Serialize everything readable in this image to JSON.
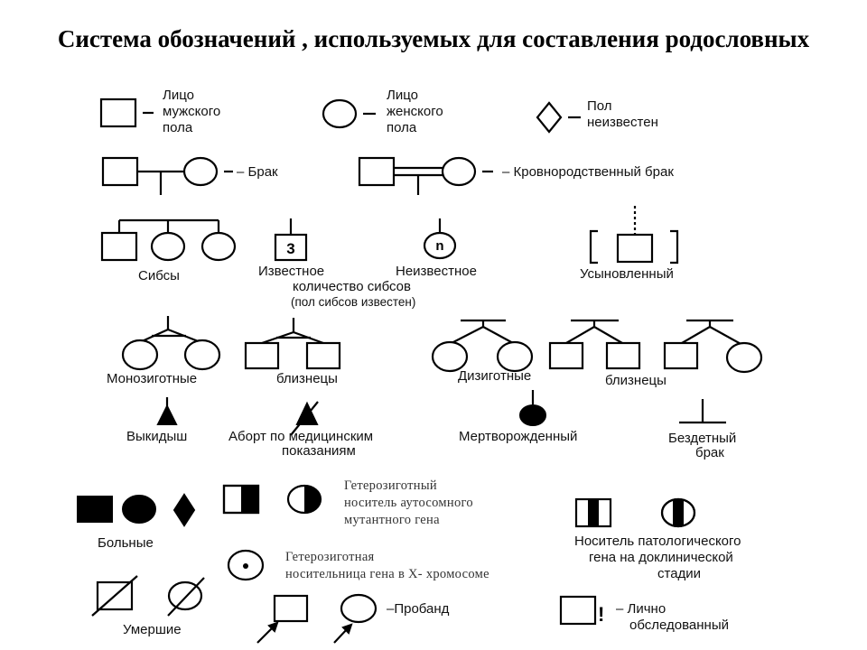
{
  "title": "Система обозначений , используемых для составления родословных",
  "labels": {
    "male_line1": "Лицо",
    "male_line2": "мужского",
    "male_line3": "пола",
    "female_line1": "Лицо",
    "female_line2": "женского",
    "female_line3": "пола",
    "unknown_line1": "Пол",
    "unknown_line2": "неизвестен",
    "marriage": "– Брак",
    "consanguineous": "– Кровнородственный брак",
    "sibs": "Сибсы",
    "known_sibs_1": "Известное",
    "known_sibs_2": "количество сибсов",
    "known_sibs_3": "(пол сибсов известен)",
    "sibs_number": "3",
    "unknown_sibs": "Неизвестное",
    "unknown_sibs_letter": "n",
    "adopted": "Усыновленный",
    "monozygotic": "Монозиготные",
    "twins_mono": "близнецы",
    "dizygotic": "Дизиготные",
    "twins_di": "близнецы",
    "miscarriage": "Выкидыш",
    "abortion_1": "Аборт по медицинским",
    "abortion_2": "показаниям",
    "stillborn": "Мертворожденный",
    "childless_1": "Бездетный",
    "childless_2": "брак",
    "affected": "Больные",
    "hetero_auto_1": "Гетерозиготный",
    "hetero_auto_2": "носитель аутосомного",
    "hetero_auto_3": "мутантного гена",
    "hetero_x_1": "Гетерозиготная",
    "hetero_x_2": "носительница гена в Х- хромосоме",
    "preclinical_1": "Носитель патологического",
    "preclinical_2": "гена на доклинической",
    "preclinical_3": "стадии",
    "deceased": "Умершие",
    "proband": "–Пробанд",
    "examined_1": "– Лично",
    "examined_2": "обследованный",
    "examined_mark": "!"
  },
  "colors": {
    "ink": "#000000",
    "background": "#ffffff"
  }
}
